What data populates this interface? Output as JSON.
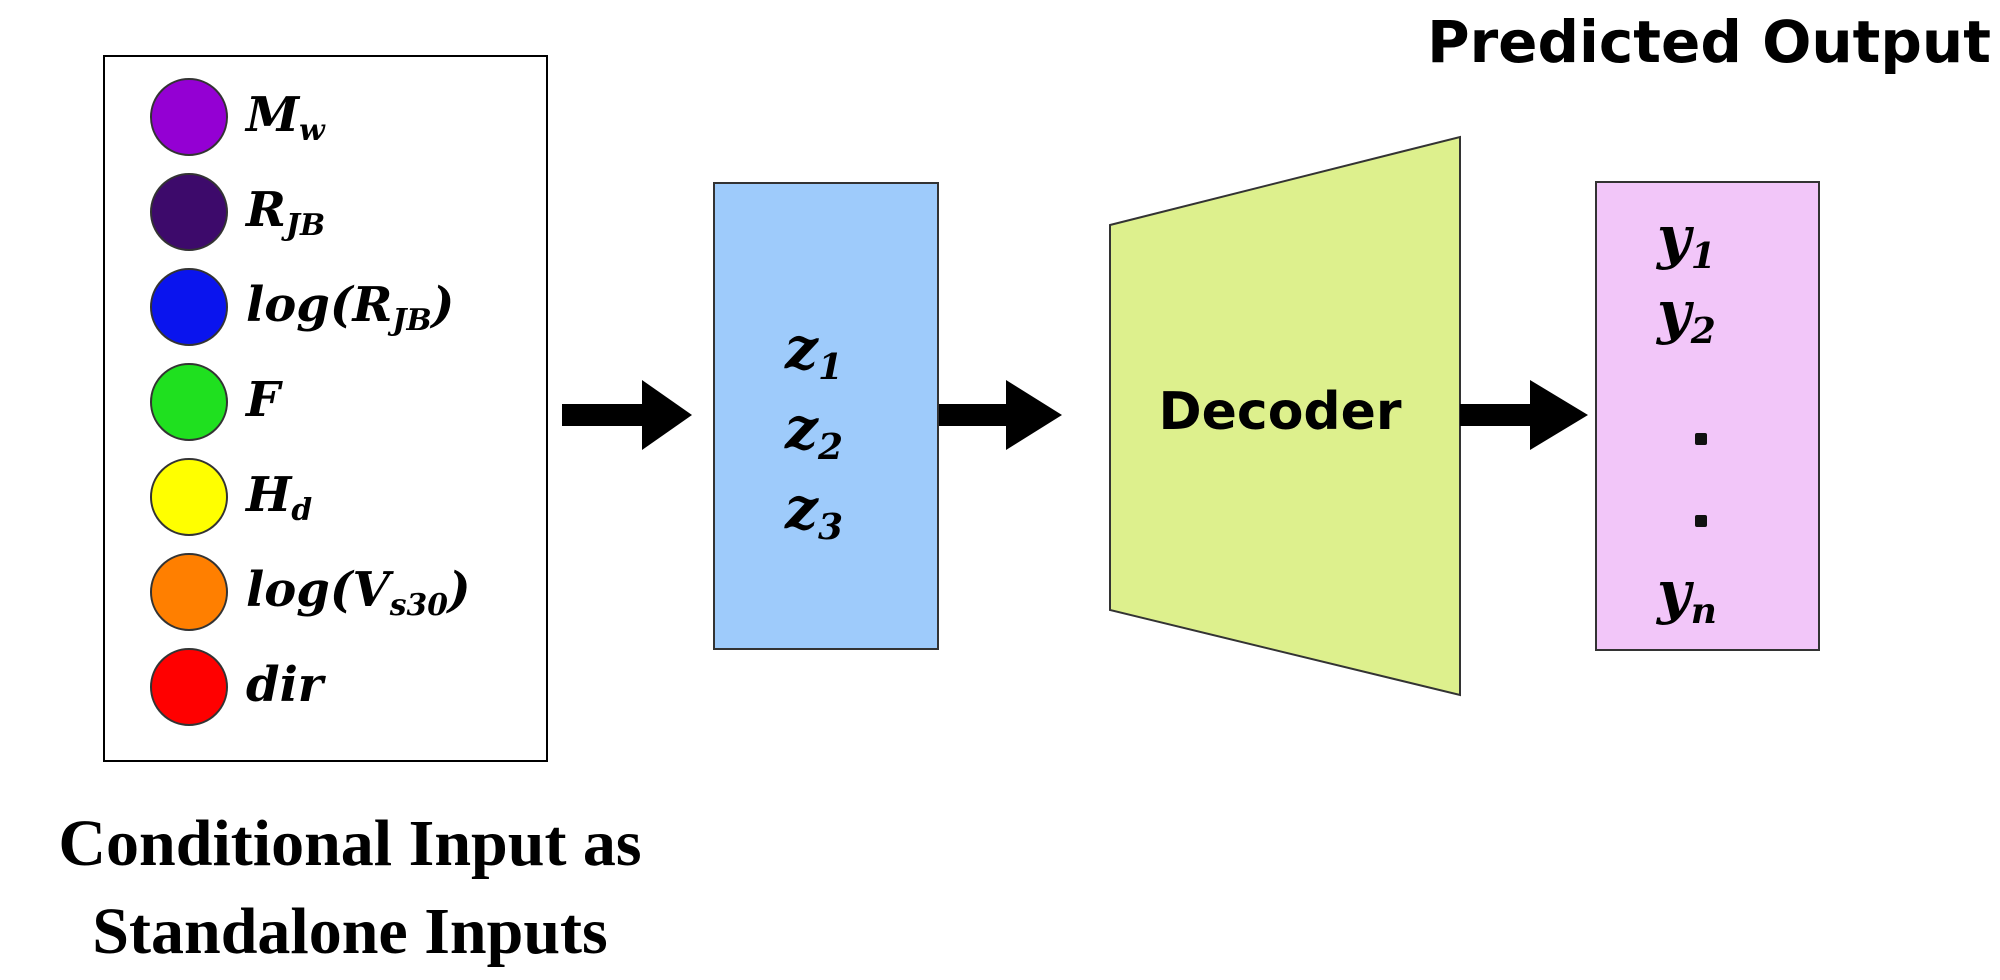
{
  "conditional_inputs": {
    "caption_line1": "Conditional Input as",
    "caption_line2": "Standalone Inputs",
    "items": [
      {
        "base": "M",
        "sub": "w",
        "suffix": "",
        "color": "#9400d3"
      },
      {
        "base": "R",
        "sub": "JB",
        "suffix": "",
        "color": "#3d0a6b"
      },
      {
        "base": "log(R",
        "sub": "JB",
        "suffix": ")",
        "color": "#0a14ee"
      },
      {
        "base": "F",
        "sub": "",
        "suffix": "",
        "color": "#1fe01f"
      },
      {
        "base": "H",
        "sub": "d",
        "suffix": "",
        "color": "#ffff00"
      },
      {
        "base": "log(V",
        "sub": "s30",
        "suffix": ")",
        "color": "#ff7f00"
      },
      {
        "base": "dir",
        "sub": "",
        "suffix": "",
        "color": "#ff0000"
      }
    ]
  },
  "latent": {
    "color": "#9ecbfb",
    "vars": [
      {
        "base": "z",
        "sub": "1"
      },
      {
        "base": "z",
        "sub": "2"
      },
      {
        "base": "z",
        "sub": "3"
      }
    ]
  },
  "decoder": {
    "label": "Decoder",
    "color": "#ddf08d"
  },
  "output": {
    "title": "Predicted  Output",
    "color": "#f2c6f9",
    "vars": [
      {
        "base": "y",
        "sub": "1"
      },
      {
        "base": "y",
        "sub": "2"
      },
      {
        "base": "y",
        "sub": "n"
      }
    ]
  }
}
